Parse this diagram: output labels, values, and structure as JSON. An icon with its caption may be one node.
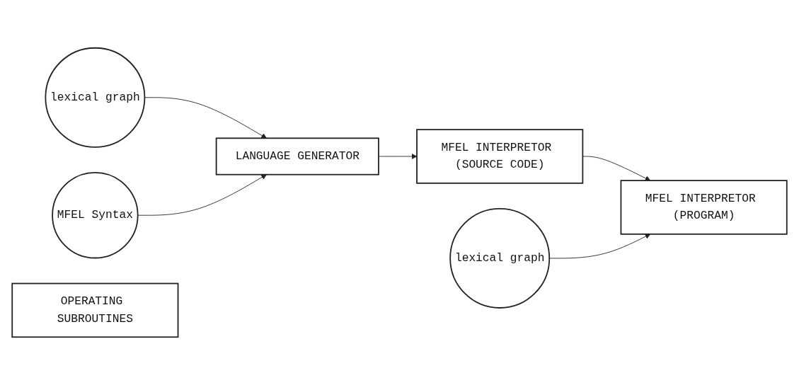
{
  "diagram": {
    "nodes": [
      {
        "text": [
          "lexical graph"
        ]
      },
      {
        "text": [
          "lexical graph"
        ]
      },
      {
        "text": [
          "MFEL Syntax"
        ]
      },
      {
        "text": [
          "LANGUAGE GENERATOR"
        ]
      },
      {
        "text": [
          "MFEL INTERPRETOR (SOURCE CODE)"
        ]
      },
      {
        "text": [
          "MFEL INTERPRETOR (PROGRAM)"
        ]
      },
      {
        "text": [
          "OPERATING SUBROUTINES"
        ]
      }
    ],
    "edges": [
      {
        "from": 0,
        "to": 3,
        "arrow": "to"
      },
      {
        "from": 2,
        "to": 3,
        "arrow": "to"
      },
      {
        "from": 3,
        "to": 4,
        "arrow": "to"
      },
      {
        "from": 4,
        "to": 5,
        "arrow": "to"
      },
      {
        "from": 1,
        "to": 5,
        "arrow": "to"
      }
    ]
  }
}
